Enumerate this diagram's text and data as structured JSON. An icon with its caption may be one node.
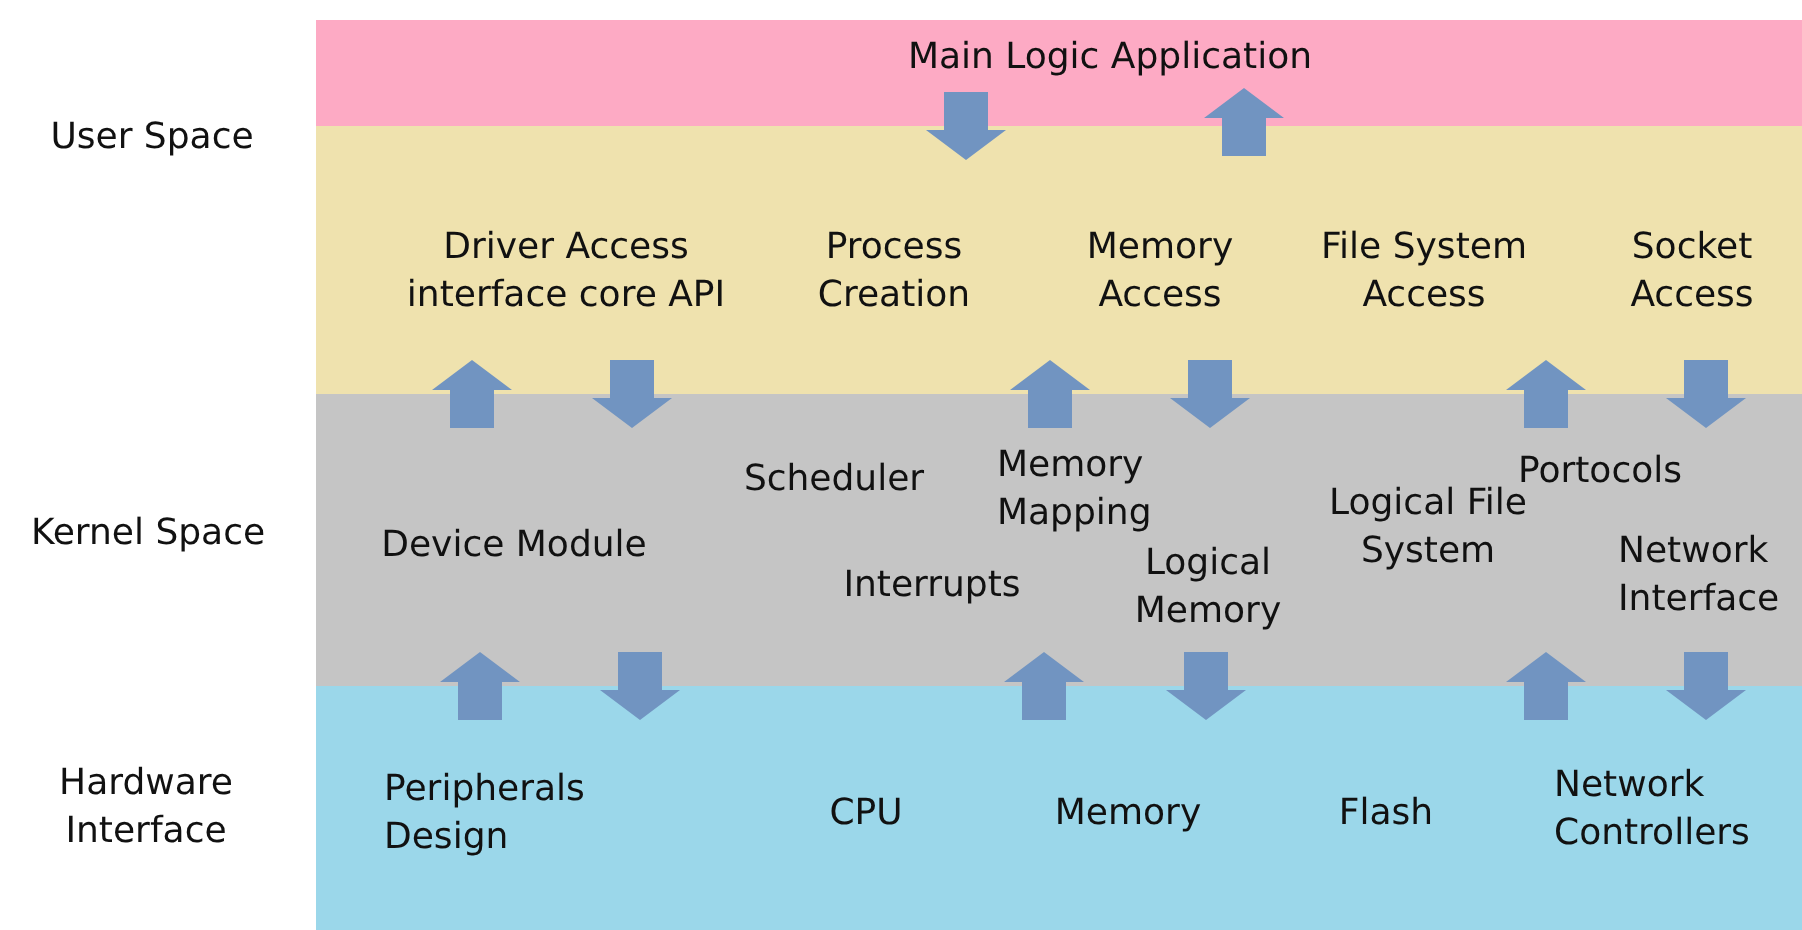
{
  "diagram": {
    "nodes": [
      {
        "text": [
          "Main Logic Application"
        ]
      },
      {
        "text": [
          "Driver Access interface core API",
          "Process Creation",
          "Memory Access",
          "File System Access",
          "Socket Access"
        ]
      },
      {
        "text": [
          "Device Module",
          "Scheduler",
          "Memory Mapping",
          "Interrupts",
          "Logical Memory",
          "Logical File System",
          "Portocols",
          "Network Interface"
        ]
      },
      {
        "text": [
          "Peripherals Design",
          "CPU",
          "Memory",
          "Flash",
          "Network Controllers"
        ]
      }
    ],
    "edges": [
      {
        "from": 0,
        "to": 1,
        "arrow": "to"
      },
      {
        "from": 1,
        "to": 0,
        "arrow": "to"
      },
      {
        "from": 2,
        "to": 1,
        "arrow": "to"
      },
      {
        "from": 1,
        "to": 2,
        "arrow": "to"
      },
      {
        "from": 2,
        "to": 1,
        "arrow": "to"
      },
      {
        "from": 1,
        "to": 2,
        "arrow": "to"
      },
      {
        "from": 2,
        "to": 1,
        "arrow": "to"
      },
      {
        "from": 1,
        "to": 2,
        "arrow": "to"
      },
      {
        "from": 3,
        "to": 2,
        "arrow": "to"
      },
      {
        "from": 2,
        "to": 3,
        "arrow": "to"
      },
      {
        "from": 3,
        "to": 2,
        "arrow": "to"
      },
      {
        "from": 2,
        "to": 3,
        "arrow": "to"
      },
      {
        "from": 3,
        "to": 2,
        "arrow": "to"
      },
      {
        "from": 2,
        "to": 3,
        "arrow": "to"
      }
    ],
    "labels": [
      "User Space",
      "Kernel Space",
      "Hardware Interface"
    ]
  }
}
